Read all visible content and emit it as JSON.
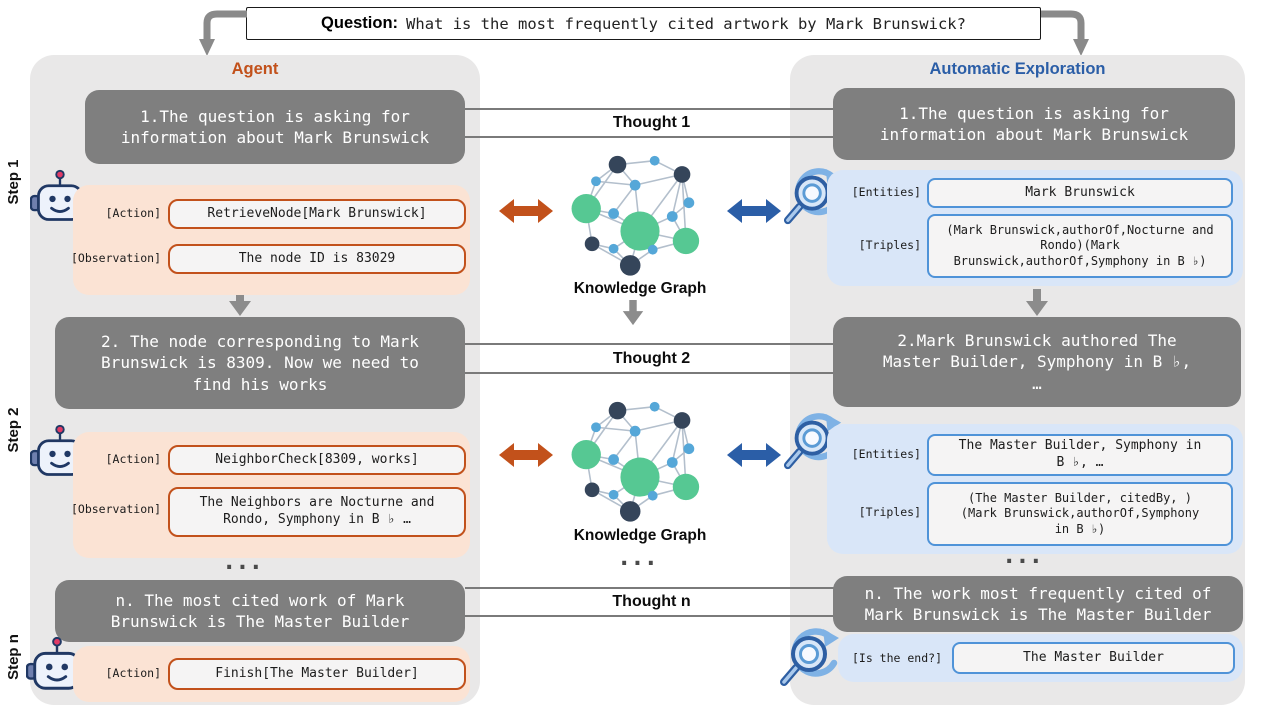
{
  "question": {
    "label": "Question:",
    "text": "What is the most frequently cited artwork by Mark Brunswick?"
  },
  "rail": {
    "steps": [
      "Step 1",
      "Step 2",
      "Step n"
    ]
  },
  "agent": {
    "title": "Agent",
    "steps": [
      {
        "thought": "1.The question is asking for information about Mark Brunswick",
        "rows": [
          {
            "label": "[Action]",
            "value": "RetrieveNode[Mark Brunswick]"
          },
          {
            "label": "[Observation]",
            "value": "The node ID is 83029"
          }
        ]
      },
      {
        "thought": "2. The node corresponding to Mark Brunswick is 8309. Now we need to find his works",
        "rows": [
          {
            "label": "[Action]",
            "value": "NeighborCheck[8309, works]"
          },
          {
            "label": "[Observation]",
            "value": "The Neighbors are Nocturne and Rondo, Symphony in B ♭ …"
          }
        ]
      },
      {
        "thought": "n. The most cited work of Mark Brunswick is The Master Builder",
        "rows": [
          {
            "label": "[Action]",
            "value": "Finish[The Master Builder]"
          }
        ]
      }
    ]
  },
  "exploration": {
    "title": "Automatic Exploration",
    "steps": [
      {
        "thought": "1.The question is asking for information about Mark Brunswick",
        "rows": [
          {
            "label": "[Entities]",
            "value": "Mark Brunswick"
          },
          {
            "label": "[Triples]",
            "value": "(Mark Brunswick,authorOf,Nocturne and Rondo)(Mark Brunswick,authorOf,Symphony in B ♭)"
          }
        ]
      },
      {
        "thought": "2.Mark Brunswick authored The Master Builder, Symphony in B ♭, …",
        "rows": [
          {
            "label": "[Entities]",
            "value": "The Master Builder, Symphony in B ♭, …"
          },
          {
            "label": "[Triples]",
            "value": "(The Master Builder, citedBy, )(Mark Brunswick,authorOf,Symphony in B ♭)"
          }
        ]
      },
      {
        "thought": "n. The work most frequently cited of Mark Brunswick is The Master Builder",
        "rows": [
          {
            "label": "[Is the end?]",
            "value": "The Master Builder"
          }
        ]
      }
    ]
  },
  "middle": {
    "thoughts": [
      "Thought 1",
      "Thought 2",
      "Thought n"
    ],
    "kg_label": "Knowledge Graph",
    "ellipsis": "..."
  },
  "icons": [
    "robot-icon",
    "magnifier-swirl-icon",
    "knowledge-graph-image",
    "double-arrow-icon",
    "down-arrow-icon",
    "curved-arrow-icon"
  ],
  "colors": {
    "agent_accent": "#c2511b",
    "exploration_accent": "#2b5ea7",
    "thought_box": "#7f7f7f",
    "agent_fill": "#fbe3d4",
    "exploration_fill": "#d9e6f8",
    "panel_bg": "#e9e8e8",
    "kg_green": "#56c893",
    "kg_navy": "#35455a",
    "kg_blue": "#55a7d8"
  }
}
